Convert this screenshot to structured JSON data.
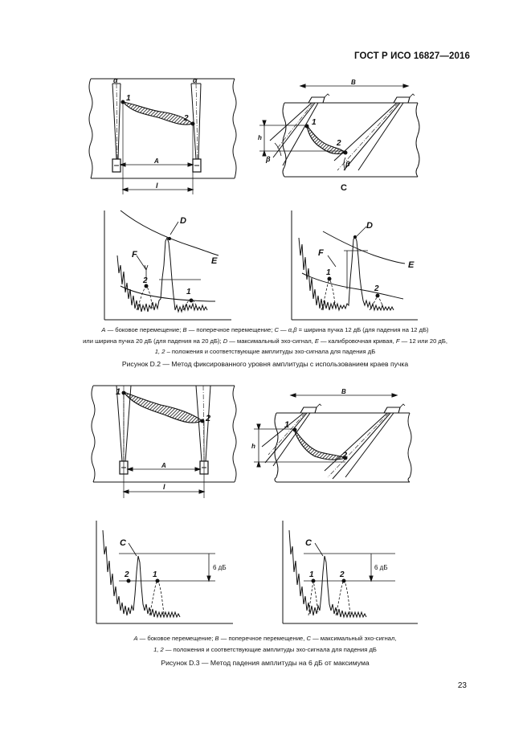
{
  "header": {
    "standard": "ГОСТ Р ИСО 16827—2016"
  },
  "figure_d2": {
    "top_left": {
      "alpha_left": "α",
      "alpha_right": "α",
      "p1": "1",
      "p2": "2",
      "dim_a": "A",
      "dim_l": "l"
    },
    "top_right": {
      "dim_b": "B",
      "dim_h": "h",
      "beta_left": "β",
      "beta_right": "β",
      "p1": "1",
      "p2": "2",
      "label_c": "C"
    },
    "scan_left": {
      "d": "D",
      "e": "E",
      "f": "F",
      "p1": "1",
      "p2": "2"
    },
    "scan_right": {
      "d": "D",
      "e": "E",
      "f": "F",
      "p1": "1",
      "p2": "2"
    },
    "legend": [
      [
        {
          "t": "A",
          "i": true
        },
        {
          "t": " — боковое перемещение; ",
          "i": false
        },
        {
          "t": "B",
          "i": true
        },
        {
          "t": " — поперечное перемещение; ",
          "i": false
        },
        {
          "t": "C",
          "i": true
        },
        {
          "t": " — ",
          "i": false
        },
        {
          "t": "α,β",
          "i": true
        },
        {
          "t": " = ширина пучка 12 дБ (для падения на 12 дБ)",
          "i": false
        }
      ],
      [
        {
          "t": "или ширина пучка 20 дБ (для падения на 20 дБ); ",
          "i": false
        },
        {
          "t": "D",
          "i": true
        },
        {
          "t": " — максимальный эхо-сигнал, ",
          "i": false
        },
        {
          "t": "E",
          "i": true
        },
        {
          "t": " — калибровочная кривая, ",
          "i": false
        },
        {
          "t": "F",
          "i": true
        },
        {
          "t": " — 12 или 20 дБ,",
          "i": false
        }
      ],
      [
        {
          "t": "1, 2",
          "i": true
        },
        {
          "t": " – положения и соответствующие амплитуды эхо-сигнала для падения дБ",
          "i": false
        }
      ]
    ],
    "caption": "Рисунок D.2 — Метод фиксированного уровня амплитуды с использованием краев пучка"
  },
  "figure_d3": {
    "top_left": {
      "p1": "1",
      "p2": "2",
      "dim_a": "A",
      "dim_l": "l"
    },
    "top_right": {
      "dim_b": "B",
      "dim_h": "h",
      "p1": "1",
      "p2": "2"
    },
    "scan_left": {
      "c": "C",
      "p1": "1",
      "p2": "2",
      "db": "6 дБ"
    },
    "scan_right": {
      "c": "C",
      "p1": "1",
      "p2": "2",
      "db": "6 дБ"
    },
    "legend": [
      [
        {
          "t": "A",
          "i": true
        },
        {
          "t": " — боковое перемещение; ",
          "i": false
        },
        {
          "t": "B",
          "i": true
        },
        {
          "t": " — поперечное перемещение, ",
          "i": false
        },
        {
          "t": "C",
          "i": true
        },
        {
          "t": " — максимальный эхо-сигнал,",
          "i": false
        }
      ],
      [
        {
          "t": "1, 2",
          "i": true
        },
        {
          "t": " — положения и соответствующие амплитуды эхо-сигнала для падения дБ",
          "i": false
        }
      ]
    ],
    "caption": "Рисунок D.3 — Метод падения амплитуды на 6 дБ от максимума"
  },
  "page_number": "23"
}
